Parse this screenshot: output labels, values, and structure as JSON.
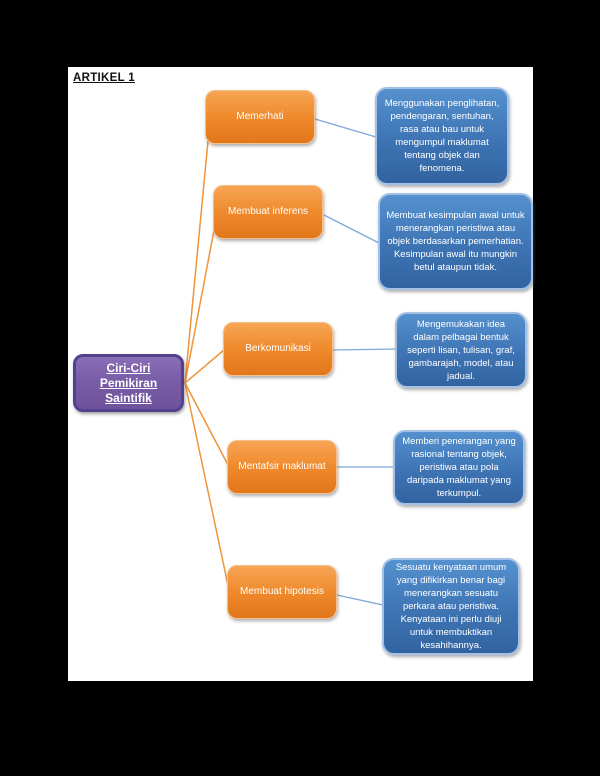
{
  "page": {
    "heading": "ARTIKEL 1"
  },
  "diagram": {
    "root": {
      "label": "Ciri-Ciri Pemikiran Saintifik"
    },
    "branches": [
      {
        "label": "Memerhati",
        "description": "Menggunakan penglihatan, pendengaran, sentuhan, rasa atau bau untuk mengumpul maklumat tentang objek dan fenomena."
      },
      {
        "label": "Membuat inferens",
        "description": "Membuat kesimpulan awal untuk menerangkan peristiwa atau objek berdasarkan pemerhatian. Kesimpulan awal itu mungkin betul ataupun tidak."
      },
      {
        "label": "Berkomunikasi",
        "description": "Mengemukakan idea dalam pelbagai bentuk seperti lisan, tulisan, graf, gambarajah, model, atau jadual."
      },
      {
        "label": "Mentafsir maklumat",
        "description": "Memberi penerangan yang rasional tentang objek, peristiwa atau pola daripada maklumat yang terkumpul."
      },
      {
        "label": "Membuat hipotesis",
        "description": "Sesuatu kenyataan umum yang difikirkan benar bagi menerangkan sesuatu perkara atau peristiwa. Kenyataan ini perlu diuji untuk membuktikan kesahihannya."
      }
    ],
    "colors": {
      "page_background": "#000000",
      "paper_background": "#FFFFFF",
      "root_fill": "#7A5DA8",
      "root_border": "#54408E",
      "branch_fill_top": "#F7A555",
      "branch_fill_bottom": "#E2761B",
      "description_fill_top": "#5591CE",
      "description_fill_bottom": "#3263A0",
      "description_border": "#A3C1E5",
      "connector_orange": "#F0933A",
      "connector_blue": "#7FA8D9"
    }
  }
}
